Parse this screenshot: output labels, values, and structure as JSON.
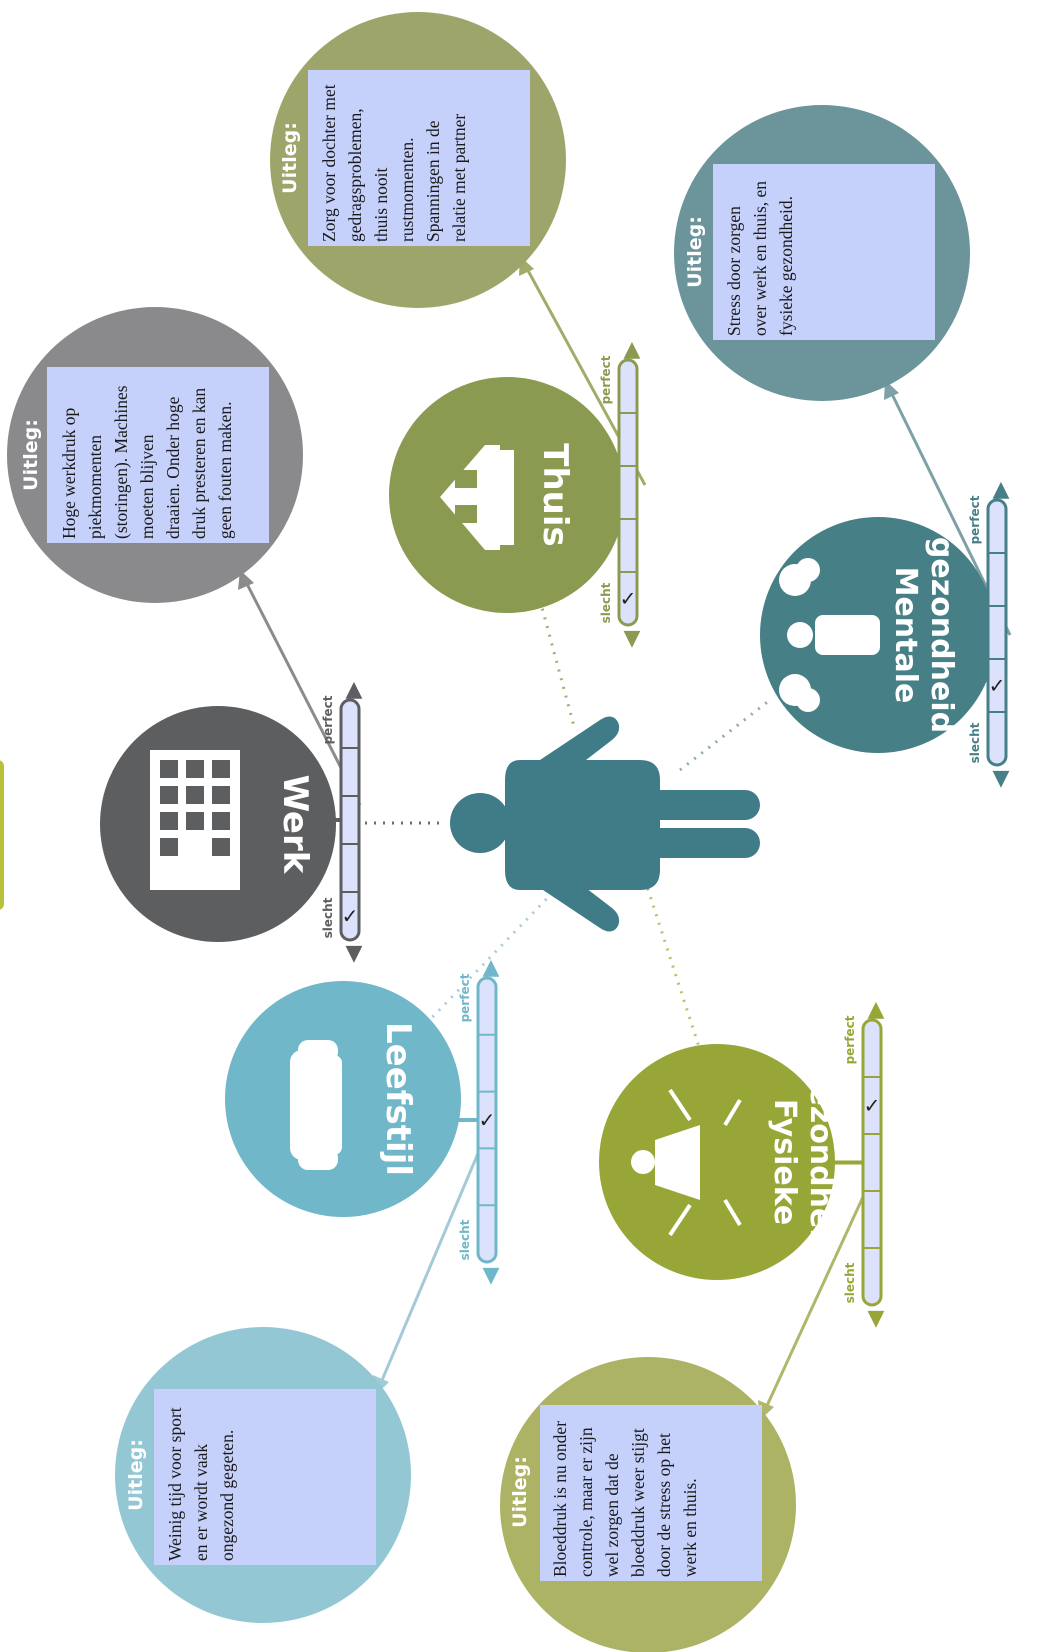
{
  "center_figure": "person-icon",
  "uitleg_label": "Uitleg:",
  "scale_labels": {
    "low": "slecht",
    "high": "perfect"
  },
  "colors": {
    "werk": "#5d5e60",
    "werk_bubble": "#8a898b",
    "thuis": "#8a9a50",
    "thuis_bubble": "#9ea56b",
    "mentale": "#467f86",
    "mentale_bubble": "#6b949b",
    "leefstijl": "#70b7c9",
    "leefstijl_bubble": "#93c7d4",
    "fysieke": "#98a638",
    "fysieke_bubble": "#adb364",
    "person": "#3f7c87",
    "text_box": "#c6d1fb"
  },
  "domains": {
    "werk": {
      "title": "Werk",
      "icon": "building-icon",
      "rating_step": 1,
      "explanation": [
        "Hoge werkdruk op",
        "piekmomenten",
        "(storingen). Machines",
        "moeten blijven",
        "draaien. Onder hoge",
        "druk presteren en kan",
        "geen fouten maken."
      ]
    },
    "thuis": {
      "title": "Thuis",
      "icon": "house-icon",
      "rating_step": 1,
      "explanation": [
        "Zorg voor dochter met",
        "gedragsproblemen,",
        "thuis nooit",
        "rustmomenten.",
        "Spanningen in de",
        "relatie met partner"
      ]
    },
    "mentale": {
      "title_line1": "Mentale",
      "title_line2": "gezondheid",
      "icon": "stressed-person-icon",
      "rating_step": 2,
      "explanation": [
        "Stress door zorgen",
        "over werk en thuis, en",
        "fysieke gezondheid."
      ]
    },
    "leefstijl": {
      "title": "Leefstijl",
      "icon": "couch-icon",
      "rating_step": 3,
      "explanation": [
        "Weinig tijd voor sport",
        "en er wordt vaak",
        "ongezond gegeten."
      ]
    },
    "fysieke": {
      "title_line1": "Fysieke",
      "title_line2": "gezondheid",
      "icon": "body-pressure-icon",
      "rating_step": 4,
      "explanation": [
        "Bloeddruk is nu onder",
        "controle, maar er zijn",
        "wel zorgen dat de",
        "bloeddruk weer stijgt",
        "door de stress op het",
        "werk en thuis."
      ]
    }
  }
}
